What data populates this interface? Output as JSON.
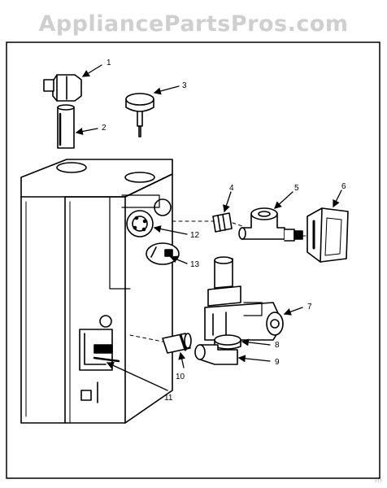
{
  "watermark": "AppliancePartsPros.com",
  "corner_mark": "???",
  "callouts": [
    "1",
    "2",
    "3",
    "4",
    "5",
    "6",
    "7",
    "8",
    "9",
    "10",
    "11",
    "12",
    "13"
  ],
  "colors": {
    "ink": "#000000",
    "watermark": "#cfcfcf",
    "paper": "#ffffff"
  }
}
